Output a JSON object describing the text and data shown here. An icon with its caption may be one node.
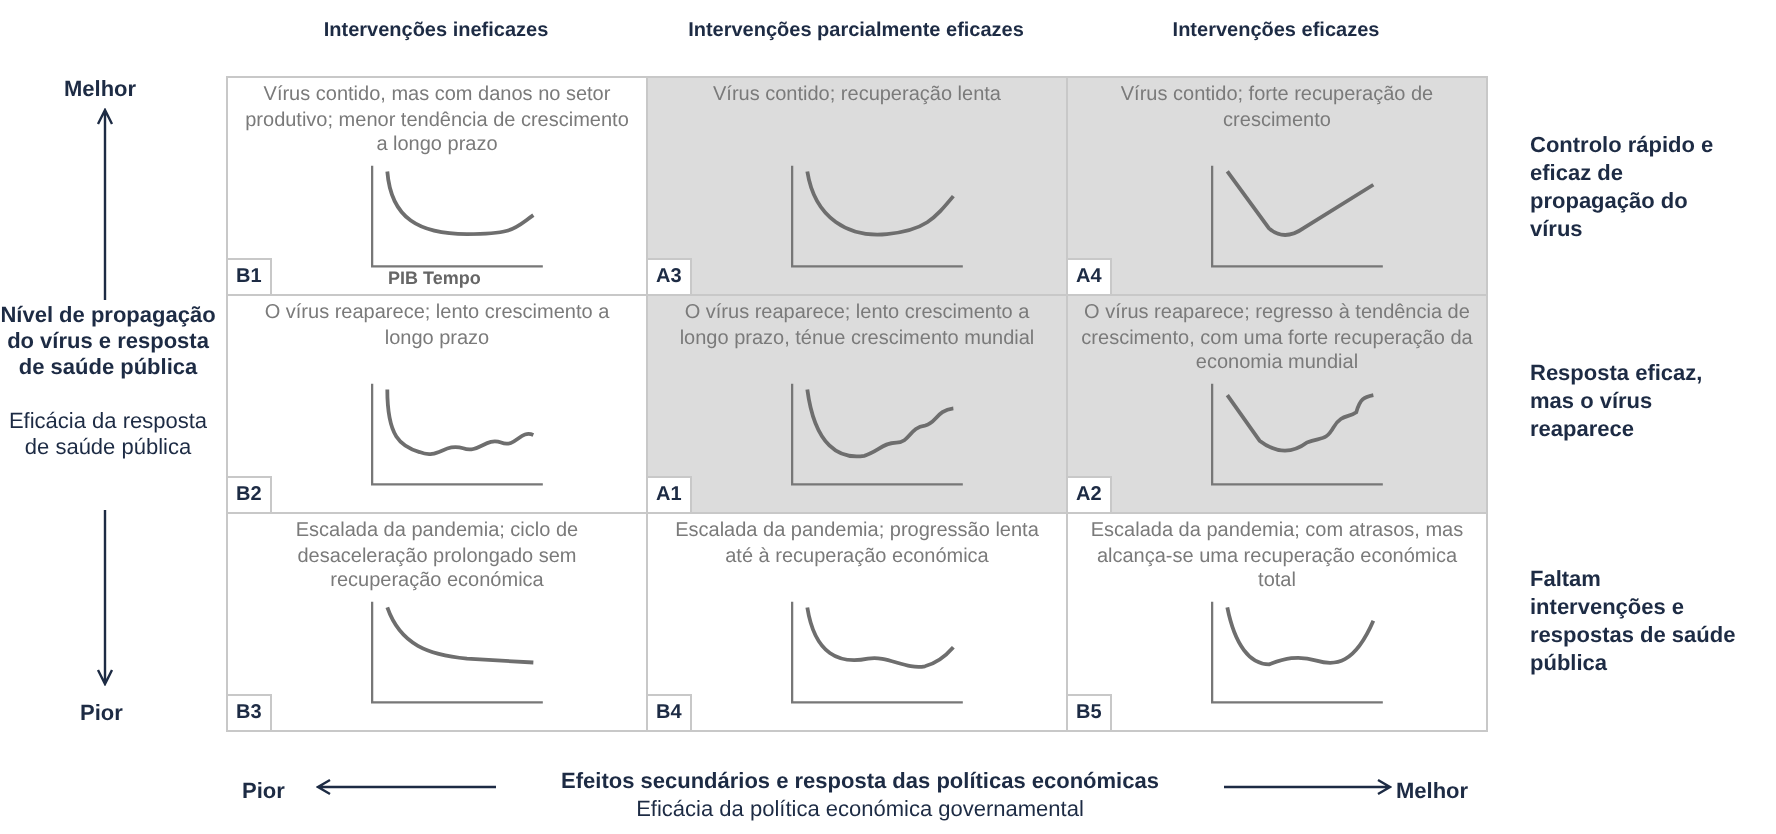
{
  "diagram": {
    "nodes": [
      {
        "text": [
          "Vírus contido, mas com danos no setor produtivo; menor tendência de crescimento a longo prazo",
          "B1",
          "PIB Tempo"
        ]
      },
      {
        "text": [
          "Vírus contido; recuperação lenta",
          "A3"
        ]
      },
      {
        "text": [
          "Vírus contido; forte recuperação de crescimento",
          "A4"
        ]
      },
      {
        "text": [
          "O vírus reaparece; lento crescimento a longo prazo",
          "B2"
        ]
      },
      {
        "text": [
          "O vírus reaparece; lento crescimento a longo prazo, ténue crescimento mundial",
          "A1"
        ]
      },
      {
        "text": [
          "O vírus reaparece; regresso à tendência de crescimento, com uma forte recuperação da economia mundial",
          "A2"
        ]
      },
      {
        "text": [
          "Escalada da pandemia; ciclo de desaceleração prolongado sem recuperação económica",
          "B3"
        ]
      },
      {
        "text": [
          "Escalada da pandemia; progressão lenta até à recuperação económica",
          "B4"
        ]
      },
      {
        "text": [
          "Escalada da pandemia; com atrasos, mas alcança-se uma recuperação económica total",
          "B5"
        ]
      }
    ],
    "edges": [],
    "labels": [
      "Intervenções ineficazes",
      "Intervenções parcialmente eficazes",
      "Intervenções eficazes",
      "Melhor",
      "Nível de propagação do vírus e resposta de saúde pública",
      "Eficácia da resposta de saúde pública",
      "Pior",
      "Controlo rápido e eficaz de propagação do vírus",
      "Resposta eficaz, mas o vírus reaparece",
      "Faltam intervenções e respostas de saúde pública",
      "Pior",
      "Efeitos secundários e resposta das políticas económicas",
      "Eficácia da política económica governamental",
      "Melhor"
    ]
  }
}
